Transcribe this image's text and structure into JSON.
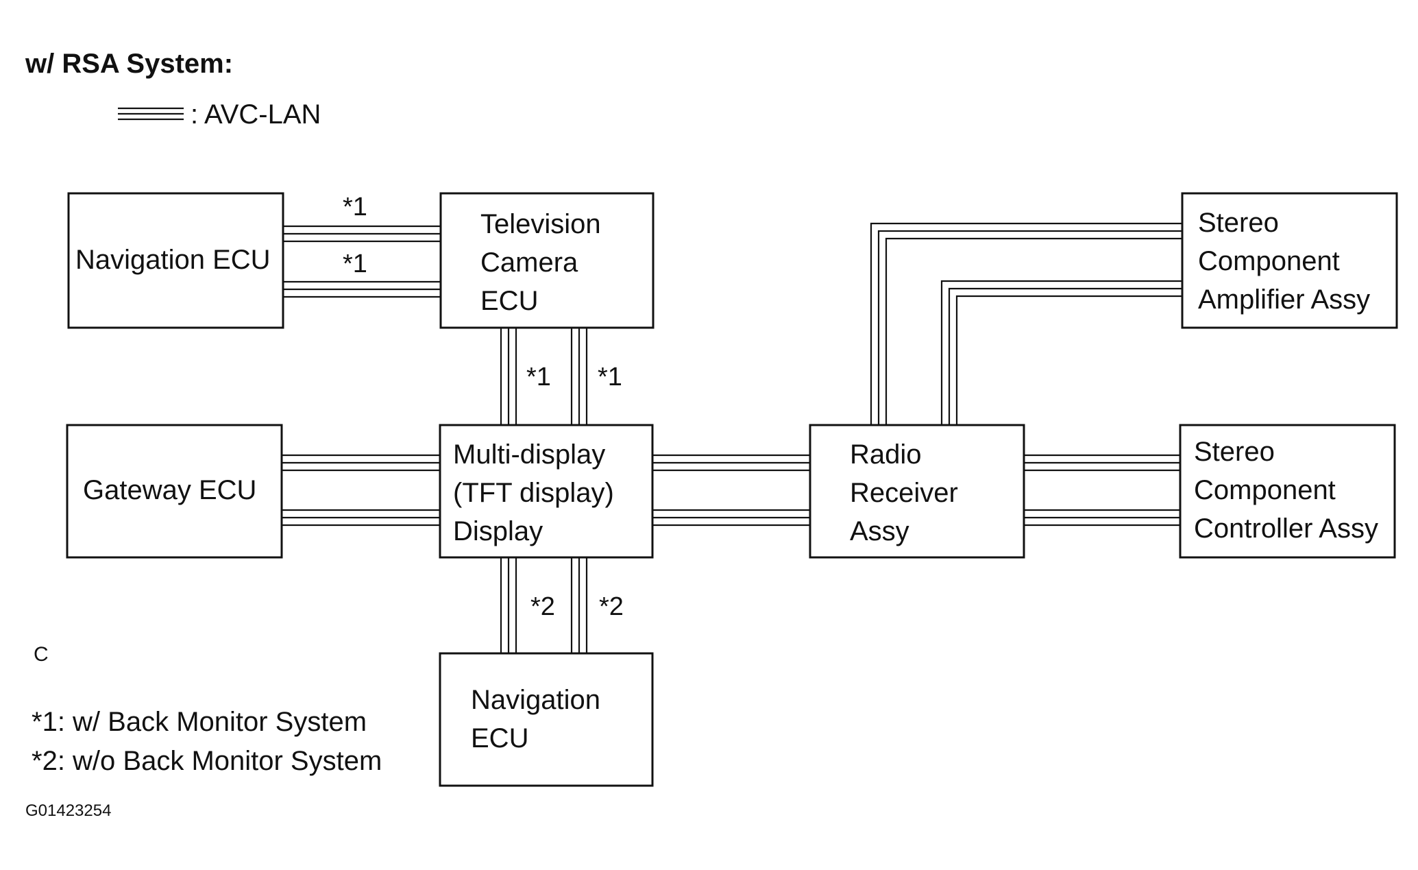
{
  "heading": "w/ RSA System:",
  "legend": {
    "label": ": AVC-LAN"
  },
  "boxes": {
    "nav_ecu_top": [
      "Navigation ECU"
    ],
    "tv_camera_ecu": [
      "Television",
      "Camera",
      "ECU"
    ],
    "gateway_ecu": [
      "Gateway ECU"
    ],
    "multi_display": [
      "Multi-display",
      "(TFT display)",
      "Display"
    ],
    "radio_receiver": [
      "Radio",
      "Receiver",
      "Assy"
    ],
    "stereo_amp": [
      "Stereo",
      "Component",
      "Amplifier Assy"
    ],
    "stereo_controller": [
      "Stereo",
      "Component",
      "Controller Assy"
    ],
    "nav_ecu_bottom": [
      "Navigation",
      "ECU"
    ]
  },
  "marks": {
    "m1": "*1",
    "m2": "*2"
  },
  "side_letter": "C",
  "notes": [
    "*1: w/ Back Monitor System",
    "*2: w/o Back Monitor System"
  ],
  "figure_code": "G01423254",
  "colors": {
    "line": "#111111",
    "background": "#ffffff"
  }
}
